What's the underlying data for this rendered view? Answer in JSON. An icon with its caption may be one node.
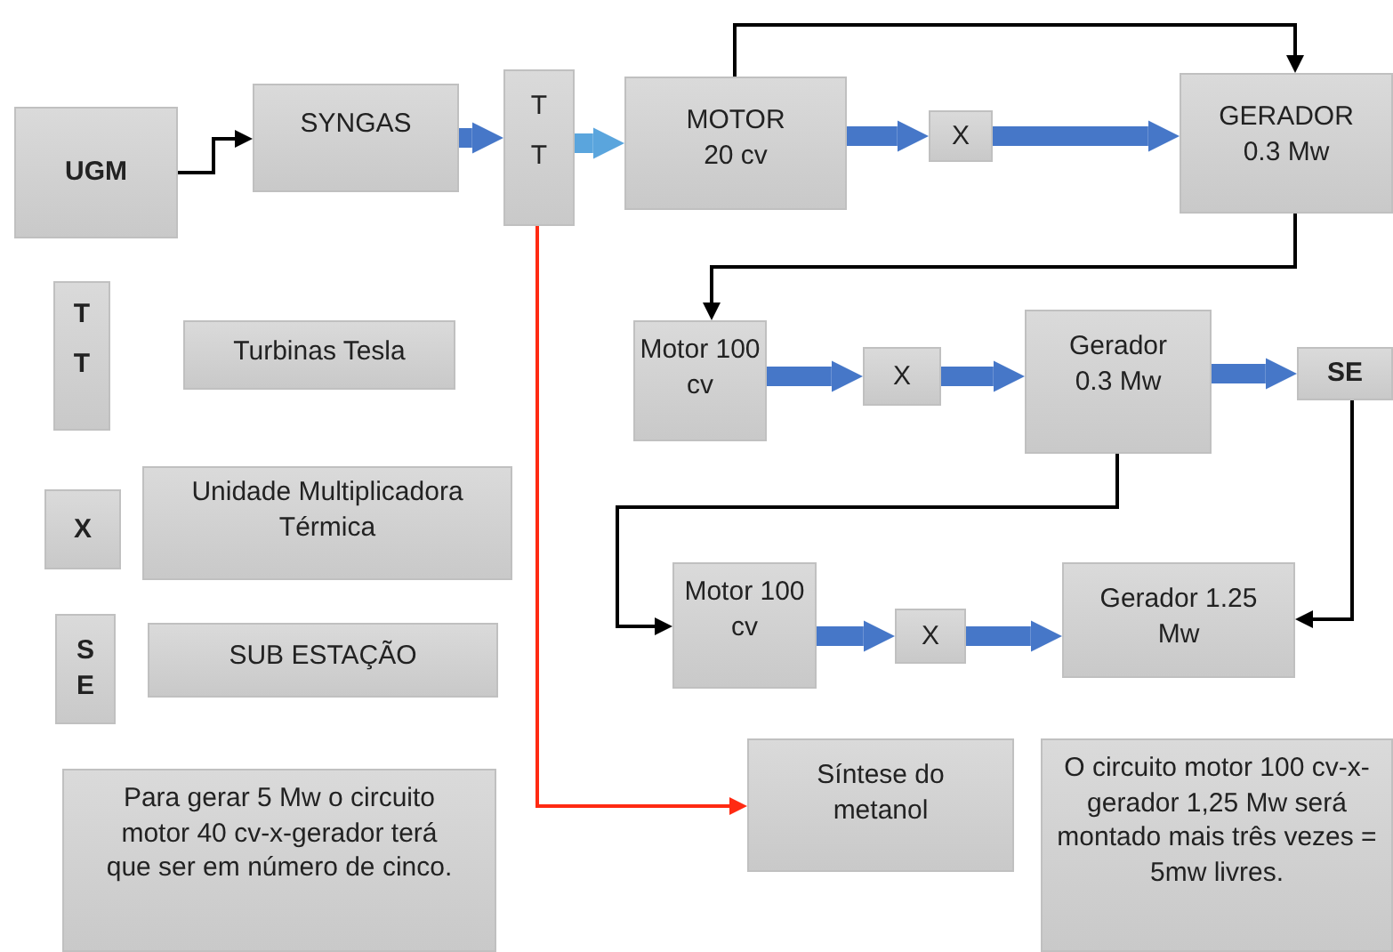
{
  "diagram": {
    "nodes": [
      {
        "text": [
          "UGM"
        ]
      },
      {
        "text": [
          "SYNGAS"
        ]
      },
      {
        "text": [
          "T",
          "T"
        ]
      },
      {
        "text": [
          "MOTOR 20 cv"
        ]
      },
      {
        "text": [
          "X"
        ]
      },
      {
        "text": [
          "GERADOR 0.3 Mw"
        ]
      },
      {
        "text": [
          "Motor 100 cv"
        ]
      },
      {
        "text": [
          "X"
        ]
      },
      {
        "text": [
          "Gerador 0.3 Mw"
        ]
      },
      {
        "text": [
          "SE"
        ]
      },
      {
        "text": [
          "Motor 100 cv"
        ]
      },
      {
        "text": [
          "X"
        ]
      },
      {
        "text": [
          "Gerador 1.25 Mw"
        ]
      },
      {
        "text": [
          "Síntese do metanol"
        ]
      },
      {
        "text": [
          "O circuito motor 100 cv-x-gerador 1,25 Mw será montado mais três vezes = 5mw livres."
        ]
      },
      {
        "text": [
          "T",
          "T"
        ]
      },
      {
        "text": [
          "Turbinas Tesla"
        ]
      },
      {
        "text": [
          "X"
        ]
      },
      {
        "text": [
          "Unidade Multiplicadora Térmica"
        ]
      },
      {
        "text": [
          "S",
          "E"
        ]
      },
      {
        "text": [
          "SUB ESTAÇÃO"
        ]
      },
      {
        "text": [
          "Para gerar 5 Mw o circuito motor 40 cv-x-gerador terá que ser em número de cinco."
        ]
      }
    ],
    "edges": [
      {
        "from": 0,
        "to": 1,
        "arrow": "to",
        "color": "#000000"
      },
      {
        "from": 1,
        "to": 2,
        "arrow": "to"
      },
      {
        "from": 2,
        "to": 3,
        "arrow": "to",
        "color": "#5aa5dd"
      },
      {
        "from": 3,
        "to": 4,
        "arrow": "to"
      },
      {
        "from": 4,
        "to": 5,
        "arrow": "to"
      },
      {
        "from": 3,
        "to": 5,
        "arrow": "to",
        "color": "#000000"
      },
      {
        "from": 5,
        "to": 6,
        "arrow": "to",
        "color": "#000000"
      },
      {
        "from": 6,
        "to": 7,
        "arrow": "to"
      },
      {
        "from": 7,
        "to": 8,
        "arrow": "to"
      },
      {
        "from": 8,
        "to": 9,
        "arrow": "to"
      },
      {
        "from": 8,
        "to": 10,
        "arrow": "to",
        "color": "#000000"
      },
      {
        "from": 9,
        "to": 12,
        "arrow": "to",
        "color": "#000000"
      },
      {
        "from": 10,
        "to": 11,
        "arrow": "to"
      },
      {
        "from": 11,
        "to": 12,
        "arrow": "to"
      },
      {
        "from": 2,
        "to": 13,
        "arrow": "to",
        "color": "#ff2a12"
      }
    ]
  }
}
